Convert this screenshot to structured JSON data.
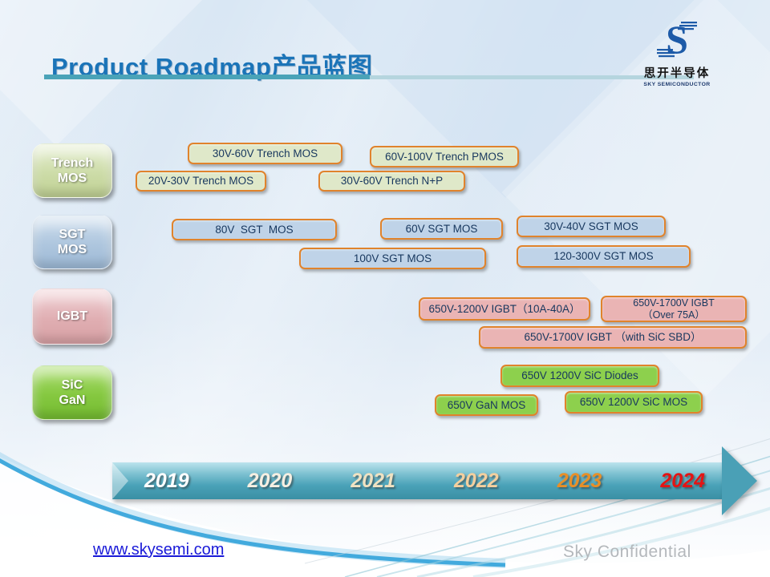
{
  "header": {
    "title_en": "Product Roadmap",
    "title_zh": "产品蓝图"
  },
  "logo": {
    "letter": "S",
    "company_zh": "思开半导体",
    "company_en": "SKY SEMICONDUCTOR"
  },
  "palette": {
    "title_blue": "#1b74b8",
    "box_border_orange": "#e0832c",
    "box_text_navy": "#17375e",
    "trench_fill": "#dfe8c9",
    "sgt_fill": "#bfd3e8",
    "igbt_fill": "#eab4b4",
    "sic_fill": "#8dd04d",
    "arrow_teal": "#4aa0b6"
  },
  "categories": [
    {
      "line1": "Trench",
      "line2": "MOS"
    },
    {
      "line1": "SGT",
      "line2": "MOS"
    },
    {
      "line1": "IGBT",
      "line2": ""
    },
    {
      "line1": "SiC",
      "line2": "GaN"
    }
  ],
  "products": {
    "trench": [
      {
        "label": "30V-60V Trench MOS"
      },
      {
        "label": "60V-100V Trench PMOS"
      },
      {
        "label": "20V-30V Trench MOS"
      },
      {
        "label": "30V-60V Trench N+P"
      }
    ],
    "sgt": [
      {
        "label": "80V  SGT  MOS"
      },
      {
        "label": "60V SGT MOS"
      },
      {
        "label": "30V-40V SGT MOS"
      },
      {
        "label": "100V SGT MOS"
      },
      {
        "label": "120-300V SGT MOS"
      }
    ],
    "igbt": [
      {
        "label": "650V-1200V IGBT（10A-40A）"
      },
      {
        "line1": "650V-1700V IGBT",
        "line2": "（Over 75A）"
      },
      {
        "label": "650V-1700V IGBT （with SiC SBD）"
      }
    ],
    "sic_gan": [
      {
        "label": "650V 1200V SiC Diodes"
      },
      {
        "label": "650V GaN MOS"
      },
      {
        "label": "650V 1200V SiC MOS"
      }
    ]
  },
  "timeline": {
    "years": [
      {
        "label": "2019",
        "color": "#ffffff"
      },
      {
        "label": "2020",
        "color": "#f6efe2"
      },
      {
        "label": "2021",
        "color": "#f0e2c2"
      },
      {
        "label": "2022",
        "color": "#f4cf9e"
      },
      {
        "label": "2023",
        "color": "#e88f28"
      },
      {
        "label": "2024",
        "color": "#e41414"
      }
    ]
  },
  "footer": {
    "website": "www.skysemi.com",
    "confidential": "Sky Confidential"
  }
}
